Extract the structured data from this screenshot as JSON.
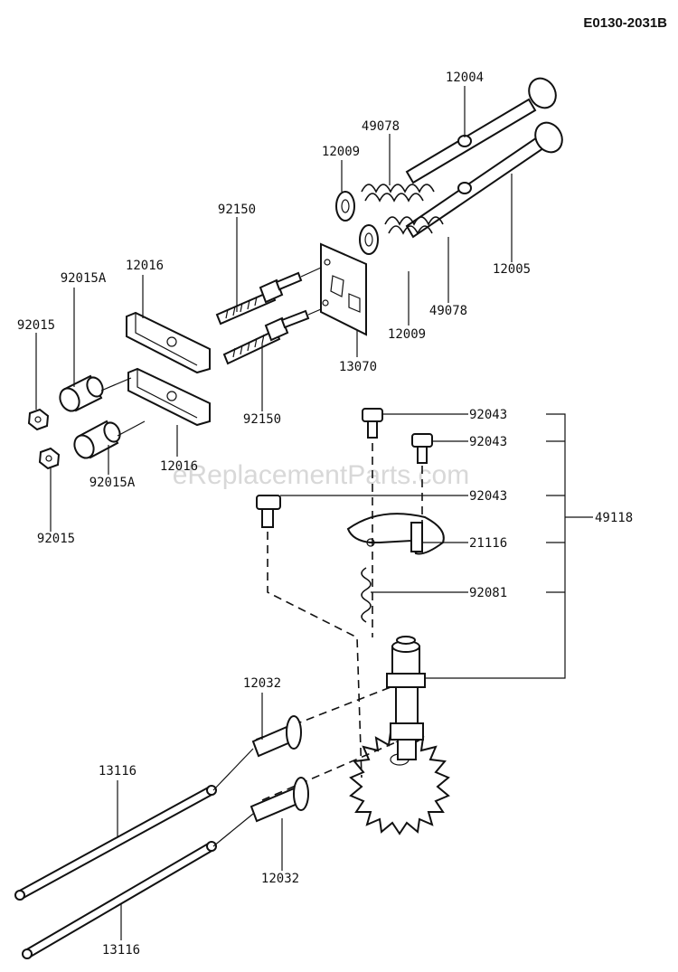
{
  "diagram_code": "E0130-2031B",
  "watermark": "eReplacementParts.com",
  "labels": {
    "p12004": "12004",
    "p49078a": "49078",
    "p12009a": "12009",
    "p92150a": "92150",
    "p12016a": "12016",
    "p92015Aa": "92015A",
    "p92015a": "92015",
    "p12005": "12005",
    "p49078b": "49078",
    "p12009b": "12009",
    "p13070": "13070",
    "p92150b": "92150",
    "p12016b": "12016",
    "p92015Ab": "92015A",
    "p92015b": "92015",
    "p92043a": "92043",
    "p92043b": "92043",
    "p92043c": "92043",
    "p49118": "49118",
    "p21116": "21116",
    "p92081": "92081",
    "p12032a": "12032",
    "p13116a": "13116",
    "p12032b": "12032",
    "p13116b": "13116"
  }
}
